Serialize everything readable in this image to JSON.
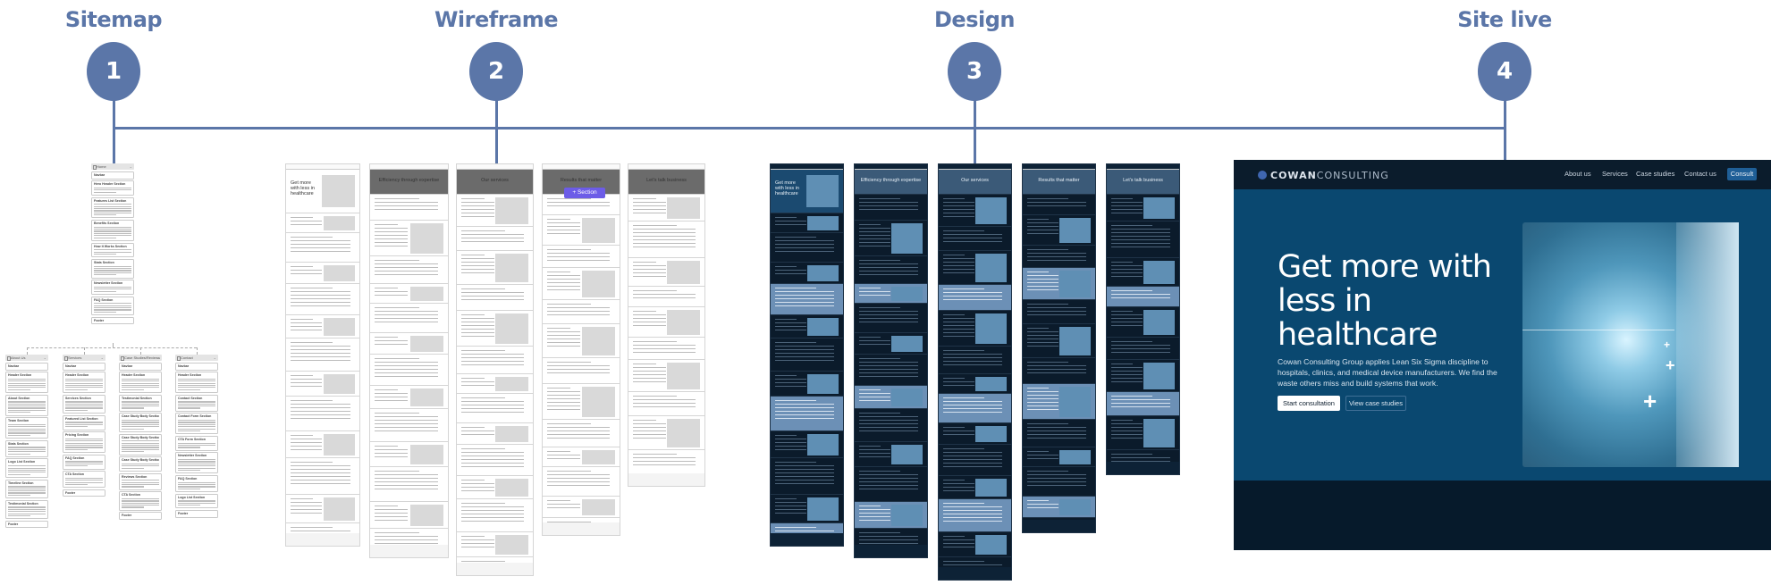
{
  "colors": {
    "accent": "#5b76a8",
    "wireframe_header": "#6b6b6b",
    "wireframe_placeholder": "#d9d9d9",
    "design_dark": "#0b1b2b",
    "design_light": "#6c90b6",
    "add_section_purple": "#6c5ce7"
  },
  "steps": [
    {
      "number": "1",
      "label": "Sitemap"
    },
    {
      "number": "2",
      "label": "Wireframe"
    },
    {
      "number": "3",
      "label": "Design"
    },
    {
      "number": "4",
      "label": "Site live"
    }
  ],
  "sitemap": {
    "home": {
      "title": "Home",
      "sections": [
        "Navbar",
        "Hero Header Section",
        "Features List Section",
        "Benefits Section",
        "How It Works Section",
        "Stats Section",
        "Newsletter Section",
        "FAQ Section",
        "Footer"
      ]
    },
    "pages": [
      {
        "title": "About Us",
        "sections": [
          "Navbar",
          "Header Section",
          "About Section",
          "Team Section",
          "Stats Section",
          "Logo List Section",
          "Timeline Section",
          "Testimonial Section",
          "Footer"
        ]
      },
      {
        "title": "Services",
        "sections": [
          "Navbar",
          "Header Section",
          "Services Section",
          "Featured List Section",
          "Pricing Section",
          "FAQ Section",
          "CTA Section",
          "Footer"
        ]
      },
      {
        "title": "Case Studies/Reviews",
        "sections": [
          "Navbar",
          "Header Section",
          "Testimonial Section",
          "Case Study Body Section",
          "Case Study Body Section",
          "Case Study Body Section",
          "Reviews Section",
          "CTA Section",
          "Footer"
        ]
      },
      {
        "title": "Contact",
        "sections": [
          "Navbar",
          "Header Section",
          "Contact Section",
          "Contact Form Section",
          "CTA Form Section",
          "Newsletter Section",
          "FAQ Section",
          "Logo List Section",
          "Footer"
        ]
      }
    ]
  },
  "wireframe": {
    "pages": [
      {
        "heading": "Get more with less in healthcare"
      },
      {
        "heading": "Efficiency through expertise"
      },
      {
        "heading": "Our services"
      },
      {
        "heading": "Results that matter"
      },
      {
        "heading": "Let's talk business"
      }
    ],
    "add_section_label": "+ Section"
  },
  "design": {
    "pages": [
      {
        "heading": "Get more with less in healthcare"
      },
      {
        "heading": "Efficiency through expertise"
      },
      {
        "heading": "Our services"
      },
      {
        "heading": "Results that matter"
      },
      {
        "heading": "Let's talk business"
      }
    ]
  },
  "site_live": {
    "logo_bold": "COWAN",
    "logo_light": "CONSULTING",
    "nav": [
      "About us",
      "Services",
      "Case studies",
      "Contact us"
    ],
    "cta": "Consult",
    "headline": "Get more with less in healthcare",
    "body": "Cowan Consulting Group applies Lean Six Sigma discipline to hospitals, clinics, and medical device manufacturers. We find the waste others miss and build systems that work.",
    "primary_button": "Start consultation",
    "secondary_button": "View case studies"
  }
}
